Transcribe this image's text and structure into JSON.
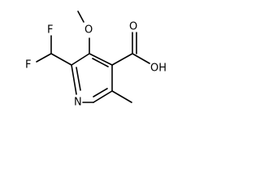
{
  "structure": {
    "atoms": {
      "f_top": "F",
      "f_bottom": "F",
      "o_methoxy": "O",
      "o_carbonyl": "O",
      "oh": "OH",
      "n_ring": "N"
    }
  }
}
